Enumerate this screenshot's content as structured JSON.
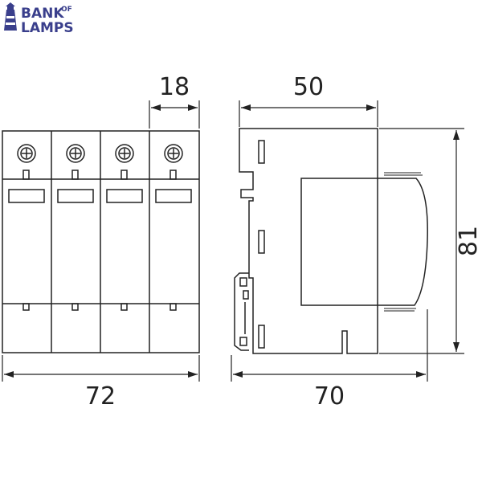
{
  "logo": {
    "line1": "BANK",
    "line1_suffix": "OF",
    "line2": "LAMPS",
    "color": "#3a3f8c"
  },
  "dimensions": {
    "total_width": "72",
    "module_width": "18",
    "front_depth": "50",
    "depth": "70",
    "height": "81"
  },
  "front_view": {
    "module_count": 4
  },
  "colors": {
    "line": "#222222"
  }
}
